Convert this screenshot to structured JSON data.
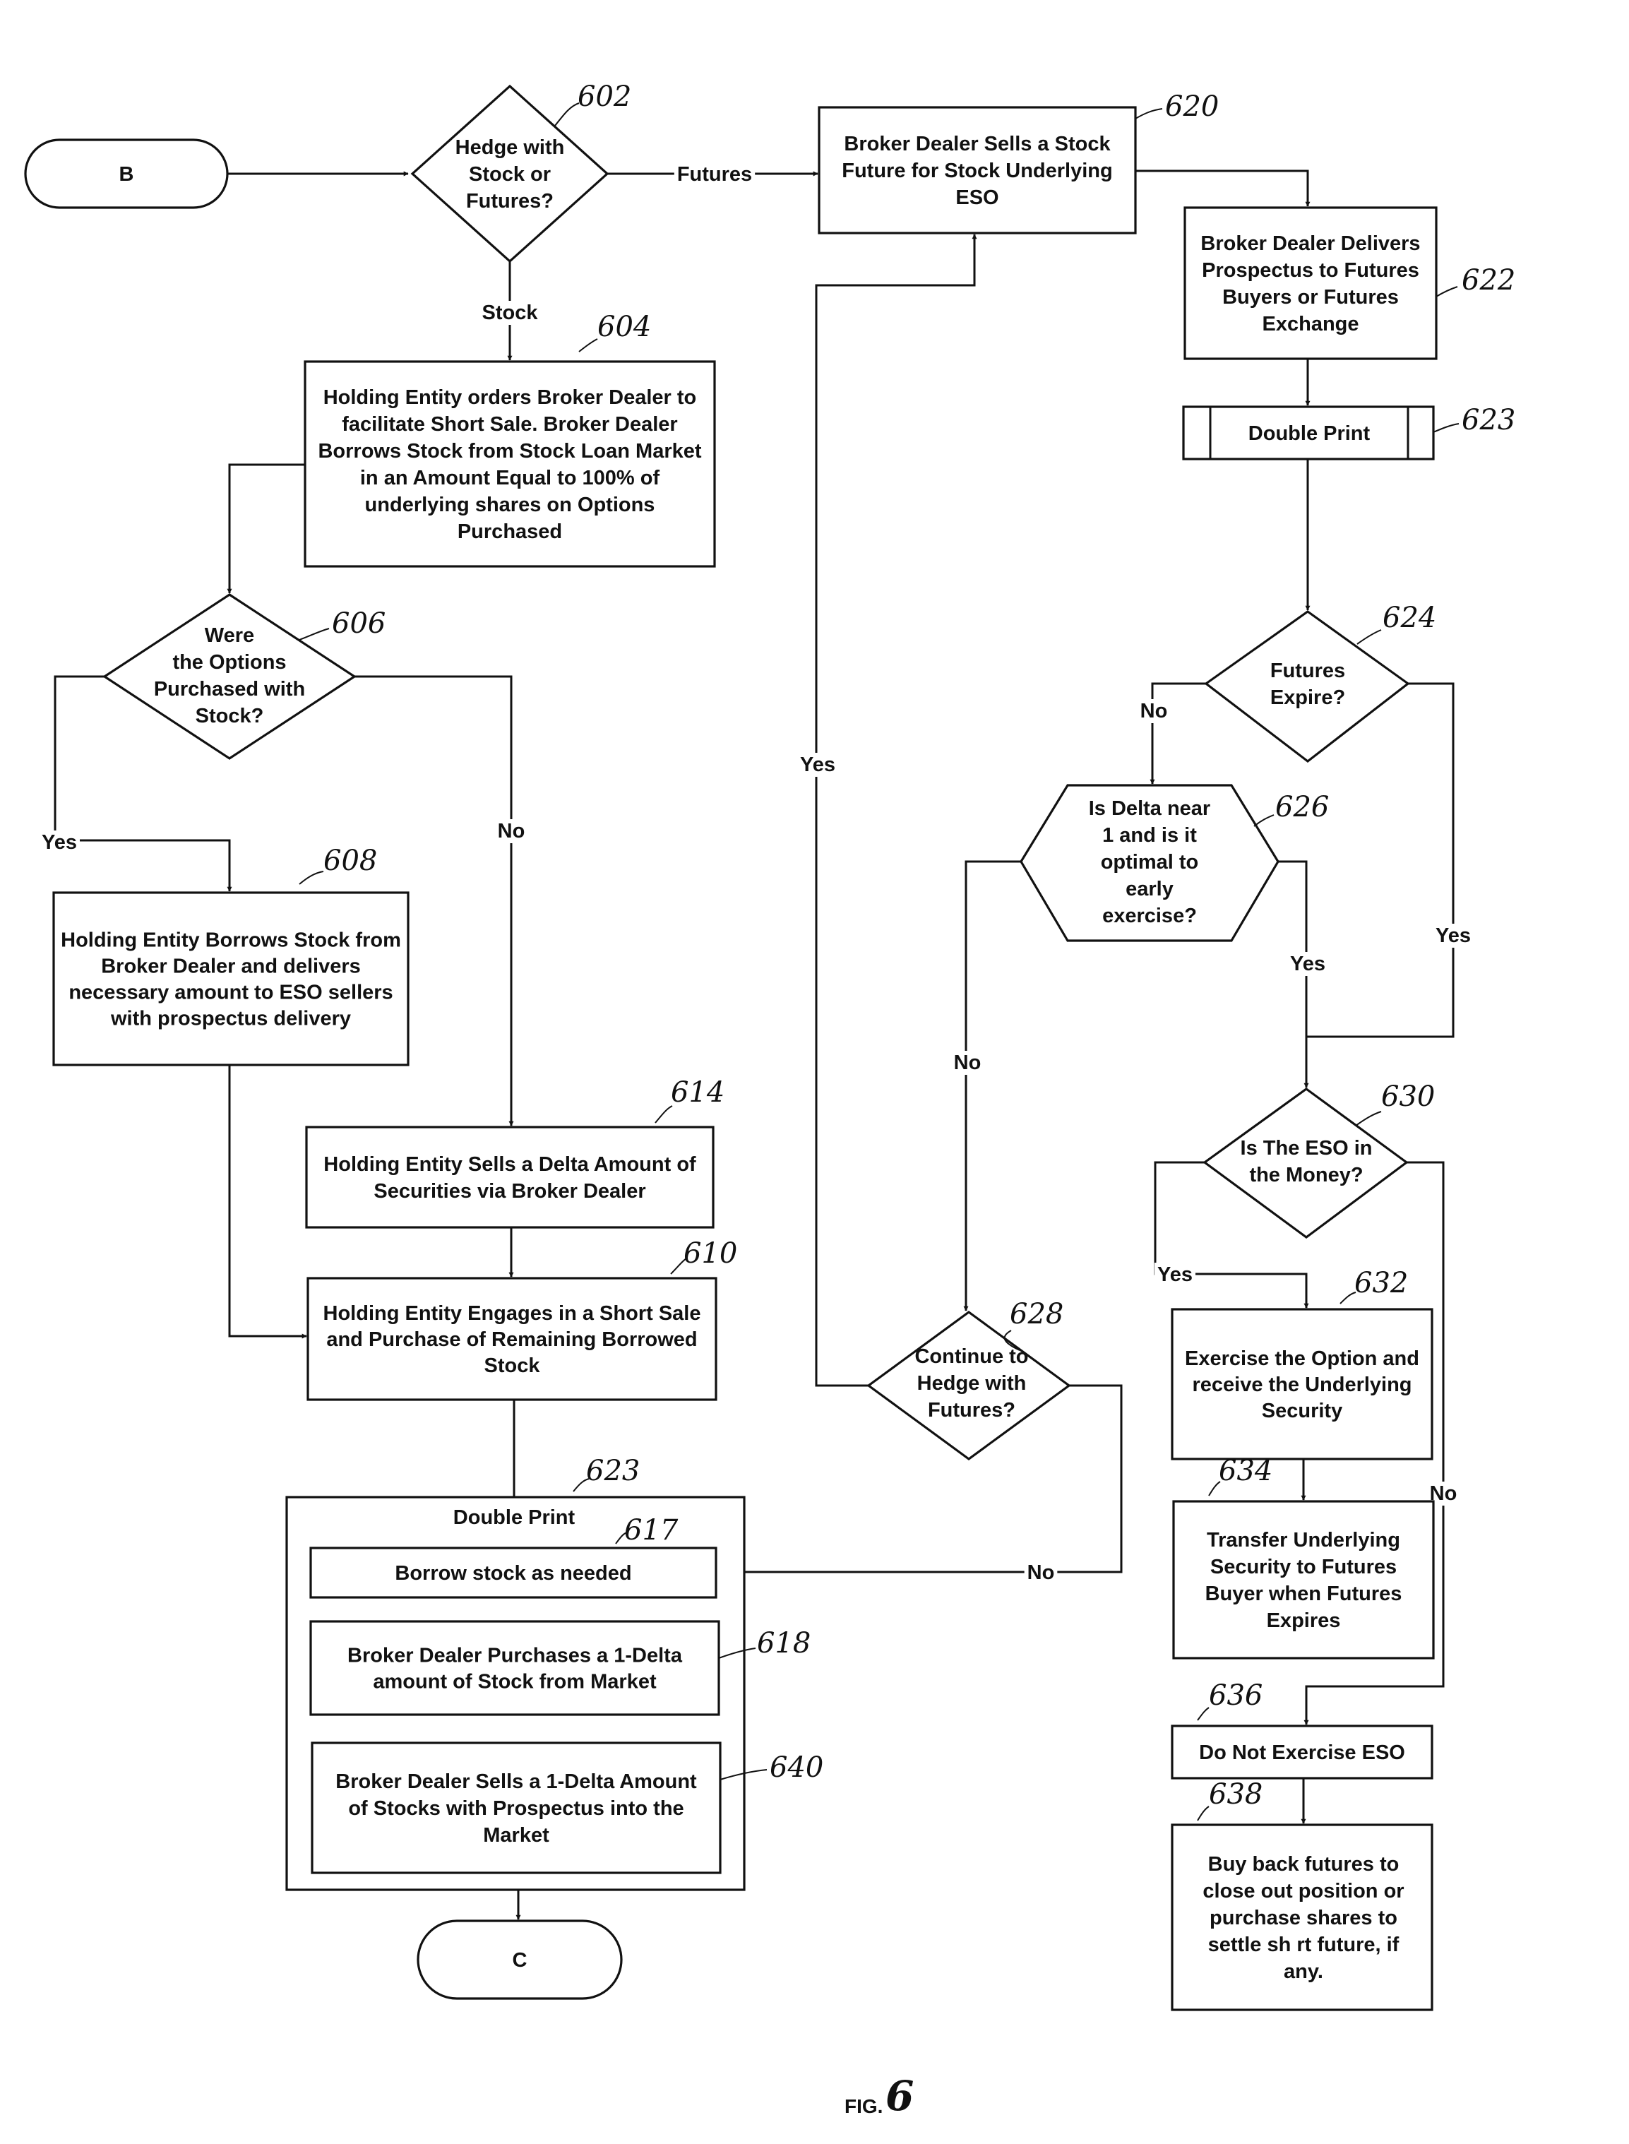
{
  "figure": {
    "label": "FIG.",
    "number": "6"
  },
  "nodes": {
    "start_b": {
      "text": [
        "B"
      ]
    },
    "n602": {
      "ref": "602",
      "text": [
        "Hedge with",
        "Stock or",
        "Futures?"
      ]
    },
    "n604": {
      "ref": "604",
      "text": [
        "Holding Entity orders Broker Dealer to",
        "facilitate Short Sale.  Broker Dealer",
        "Borrows Stock from Stock Loan Market",
        "in an Amount Equal to 100% of",
        "underlying shares on Options",
        "Purchased"
      ]
    },
    "n606": {
      "ref": "606",
      "text": [
        "Were",
        "the Options",
        "Purchased with",
        "Stock?"
      ]
    },
    "n608": {
      "ref": "608",
      "text": [
        "Holding Entity Borrows Stock from",
        "Broker Dealer and delivers",
        "necessary amount to ESO sellers",
        "with prospectus delivery"
      ]
    },
    "n614": {
      "ref": "614",
      "text": [
        "Holding Entity Sells a Delta Amount of",
        "Securities via Broker Dealer"
      ]
    },
    "n610": {
      "ref": "610",
      "text": [
        "Holding Entity Engages in a Short Sale",
        "and Purchase of Remaining Borrowed",
        "Stock"
      ]
    },
    "group_dp": {
      "ref": "623",
      "text": [
        "Double Print"
      ]
    },
    "n617": {
      "ref": "617",
      "text": [
        "Borrow stock as needed"
      ]
    },
    "n618": {
      "ref": "618",
      "text": [
        "Broker Dealer Purchases a 1-Delta",
        "amount of Stock from Market"
      ]
    },
    "n640": {
      "ref": "640",
      "text": [
        "Broker Dealer Sells  a 1-Delta Amount",
        "of Stocks with Prospectus into the",
        "Market"
      ]
    },
    "end_c": {
      "text": [
        "C"
      ]
    },
    "n620": {
      "ref": "620",
      "text": [
        "Broker Dealer Sells a Stock",
        "Future for Stock Underlying",
        "ESO"
      ]
    },
    "n622": {
      "ref": "622",
      "text": [
        "Broker Dealer Delivers",
        "Prospectus to Futures",
        "Buyers or Futures",
        "Exchange"
      ]
    },
    "n623": {
      "ref": "623",
      "text": [
        "Double Print"
      ]
    },
    "n624": {
      "ref": "624",
      "text": [
        "Futures",
        "Expire?"
      ]
    },
    "n626": {
      "ref": "626",
      "text": [
        "Is Delta near",
        "1 and is it",
        "optimal to",
        "early",
        "exercise?"
      ]
    },
    "n628": {
      "ref": "628",
      "text": [
        "Continue to",
        "Hedge with",
        "Futures?"
      ]
    },
    "n630": {
      "ref": "630",
      "text": [
        "Is The ESO in",
        "the Money?"
      ]
    },
    "n632": {
      "ref": "632",
      "text": [
        "Exercise the Option and",
        "receive the Underlying",
        "Security"
      ]
    },
    "n634": {
      "ref": "634",
      "text": [
        "Transfer Underlying",
        "Security to Futures",
        "Buyer when Futures",
        "Expires"
      ]
    },
    "n636": {
      "ref": "636",
      "text": [
        "Do Not Exercise ESO"
      ]
    },
    "n638": {
      "ref": "638",
      "text": [
        "Buy back futures to",
        "close out position or",
        "purchase shares to",
        "settle sh  rt future, if",
        "any."
      ]
    }
  },
  "edge_labels": {
    "e602_futures": "Futures",
    "e602_stock": "Stock",
    "e606_yes": "Yes",
    "e606_no": "No",
    "e628_yes": "Yes",
    "e628_no": "No",
    "e624_no": "No",
    "e624_yes": "Yes",
    "e626_yes": "Yes",
    "e626_no": "No",
    "e630_yes": "Yes",
    "e630_no": "No"
  }
}
